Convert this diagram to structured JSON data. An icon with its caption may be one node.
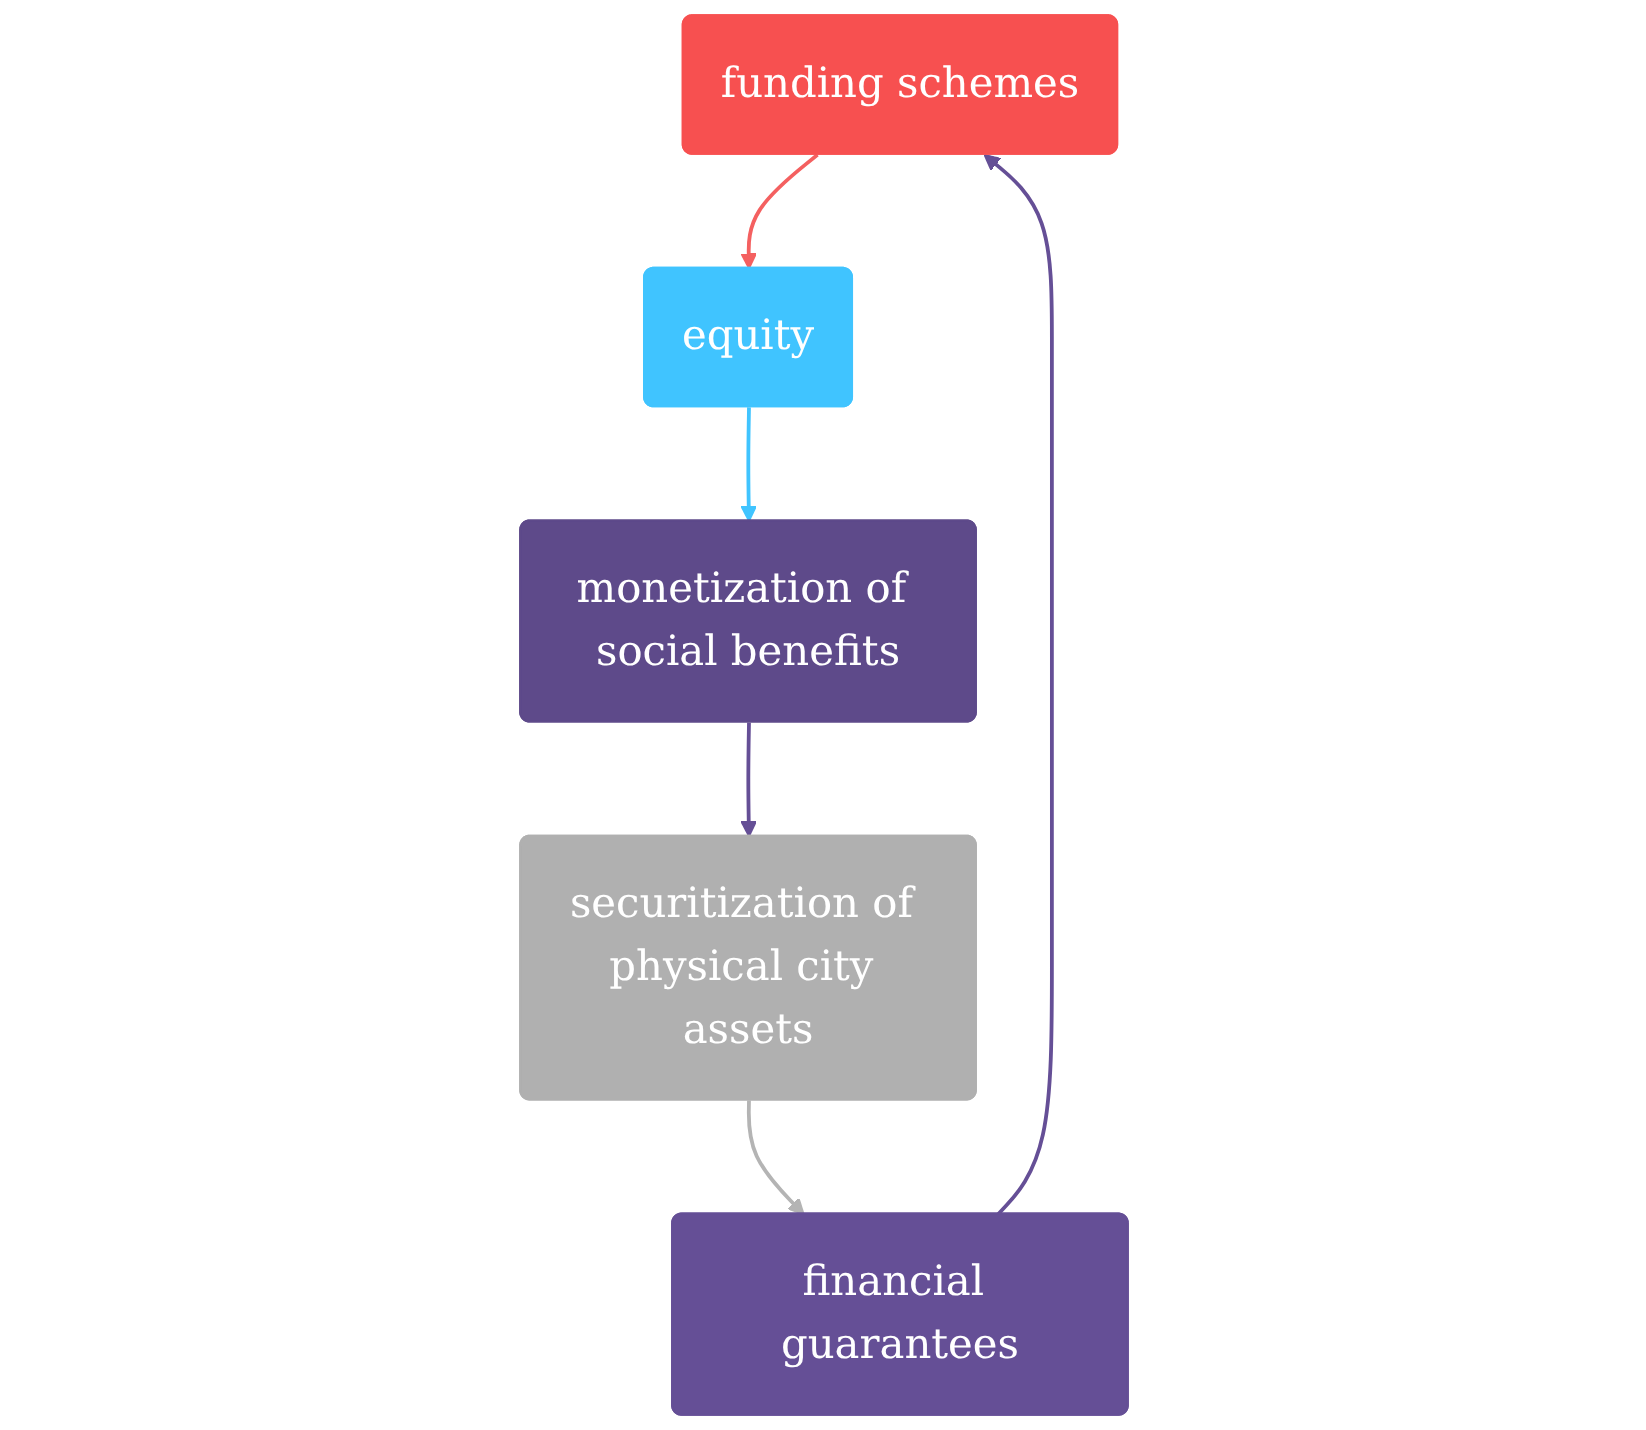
{
  "diagram": {
    "nodes": [
      {
        "text": [
          "funding schemes"
        ]
      },
      {
        "text": [
          "equity"
        ]
      },
      {
        "text": [
          "monetization of social benefits"
        ]
      },
      {
        "text": [
          "securitization of physical city assets"
        ]
      },
      {
        "text": [
          "financial guarantees"
        ]
      }
    ],
    "edges": [
      {
        "from": 0,
        "to": 1,
        "arrow": "to",
        "color": "#f46060"
      },
      {
        "from": 1,
        "to": 2,
        "arrow": "to",
        "color": "#40c4ff"
      },
      {
        "from": 2,
        "to": 3,
        "arrow": "to"
      },
      {
        "from": 3,
        "to": 4,
        "arrow": "to",
        "color": "#b4b4b4"
      },
      {
        "from": 4,
        "to": 0,
        "arrow": "to"
      }
    ]
  }
}
